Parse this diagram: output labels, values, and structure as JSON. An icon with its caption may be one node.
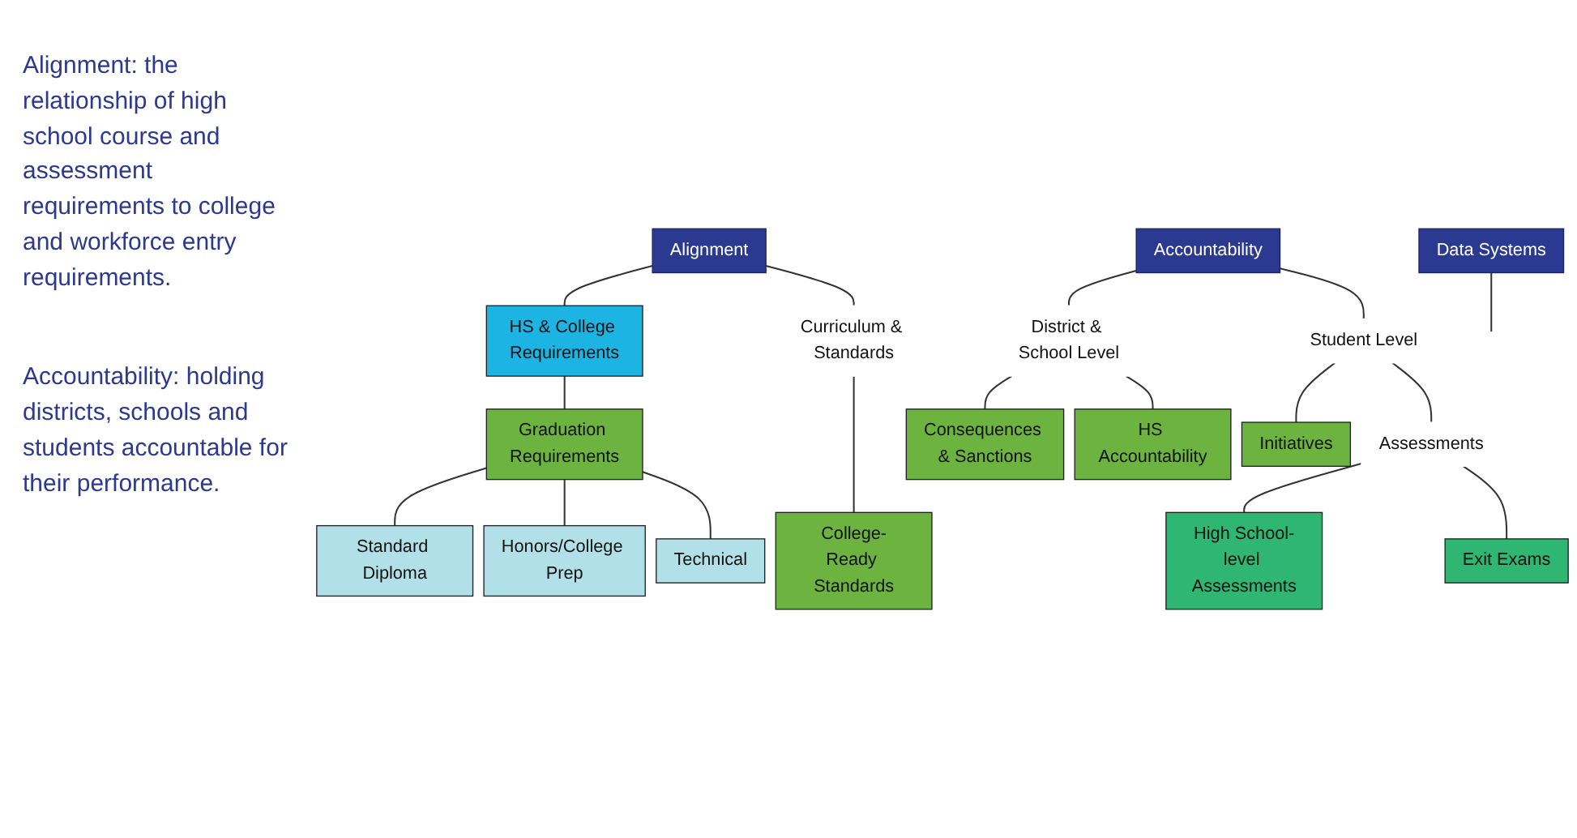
{
  "diagram": {
    "nodes": [
      {
        "text": [
          "Alignment"
        ]
      },
      {
        "text": [
          "HS & College Requirements"
        ]
      },
      {
        "text": [
          "Curriculum & Standards"
        ]
      },
      {
        "text": [
          "Graduation Requirements"
        ]
      },
      {
        "text": [
          "College-Ready Standards"
        ]
      },
      {
        "text": [
          "Standard Diploma"
        ]
      },
      {
        "text": [
          "Honors/College Prep"
        ]
      },
      {
        "text": [
          "Technical"
        ]
      },
      {
        "text": [
          "Accountability"
        ]
      },
      {
        "text": [
          "District & School Level"
        ]
      },
      {
        "text": [
          "Student Level"
        ]
      },
      {
        "text": [
          "Consequences & Sanctions"
        ]
      },
      {
        "text": [
          "HS Accountability"
        ]
      },
      {
        "text": [
          "Initiatives"
        ]
      },
      {
        "text": [
          "Assessments"
        ]
      },
      {
        "text": [
          "High School-level Assessments"
        ]
      },
      {
        "text": [
          "Exit Exams"
        ]
      },
      {
        "text": [
          "Data Systems"
        ]
      }
    ],
    "edges": [
      {
        "from": 0,
        "to": 1,
        "arrow": "none"
      },
      {
        "from": 0,
        "to": 2,
        "arrow": "none"
      },
      {
        "from": 1,
        "to": 3,
        "arrow": "none"
      },
      {
        "from": 2,
        "to": 4,
        "arrow": "none"
      },
      {
        "from": 3,
        "to": 5,
        "arrow": "none"
      },
      {
        "from": 3,
        "to": 6,
        "arrow": "none"
      },
      {
        "from": 3,
        "to": 7,
        "arrow": "none"
      },
      {
        "from": 8,
        "to": 9,
        "arrow": "none"
      },
      {
        "from": 8,
        "to": 10,
        "arrow": "none"
      },
      {
        "from": 9,
        "to": 11,
        "arrow": "none"
      },
      {
        "from": 9,
        "to": 12,
        "arrow": "none"
      },
      {
        "from": 10,
        "to": 13,
        "arrow": "none"
      },
      {
        "from": 10,
        "to": 14,
        "arrow": "none"
      },
      {
        "from": 14,
        "to": 15,
        "arrow": "none"
      },
      {
        "from": 14,
        "to": 16,
        "arrow": "none"
      },
      {
        "from": 17,
        "to": null,
        "arrow": "none"
      }
    ],
    "labels": [
      "Alignment: the relationship of high school course and assessment requirements to college and workforce entry requirements.",
      "Accountability: holding districts, schools and students accountable for their performance."
    ]
  }
}
